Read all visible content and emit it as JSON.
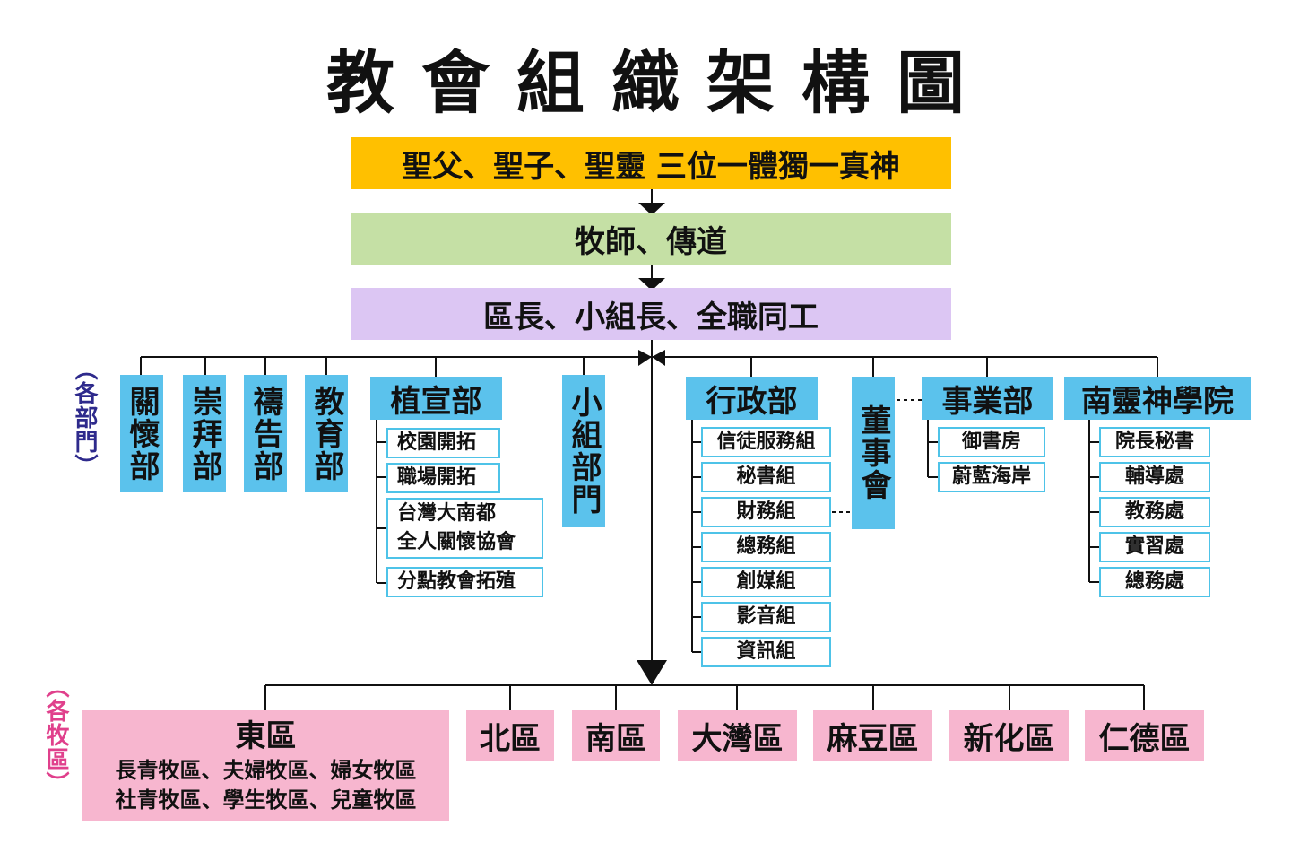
{
  "title": "教會組織架構圖",
  "levels": {
    "top": "聖父、聖子、聖靈 三位一體獨一真神",
    "second": "牧師、傳道",
    "third": "區長、小組長、全職同工"
  },
  "side_labels": {
    "departments": "（各部門）",
    "districts": "（各牧區）"
  },
  "departments": {
    "care": "關懷部",
    "worship": "崇拜部",
    "prayer": "禱告部",
    "education": "教育部",
    "planting": {
      "name": "植宣部",
      "subs": [
        "校園開拓",
        "職場開拓",
        "台灣大南都\n全人關懷協會",
        "分點教會拓殖"
      ]
    },
    "cell_group": "小組部門",
    "admin": {
      "name": "行政部",
      "subs": [
        "信徒服務組",
        "秘書組",
        "財務組",
        "總務組",
        "創媒組",
        "影音組",
        "資訊組"
      ]
    },
    "board": "董事會",
    "business": {
      "name": "事業部",
      "subs": [
        "御書房",
        "蔚藍海岸"
      ]
    },
    "seminary": {
      "name": "南靈神學院",
      "subs": [
        "院長秘書",
        "輔導處",
        "教務處",
        "實習處",
        "總務處"
      ]
    }
  },
  "districts": {
    "east": {
      "name": "東區",
      "line1": "長青牧區、夫婦牧區、婦女牧區",
      "line2": "社青牧區、學生牧區、兒童牧區"
    },
    "others": [
      "北區",
      "南區",
      "大灣區",
      "麻豆區",
      "新化區",
      "仁德區"
    ]
  },
  "colors": {
    "gold": "#ffc000",
    "green": "#c5e0a5",
    "lavender": "#dcc6f3",
    "blue": "#5bc2ec",
    "pink": "#f7b6cf",
    "side_departments": "#2e2a8c",
    "side_districts": "#e0408c"
  }
}
